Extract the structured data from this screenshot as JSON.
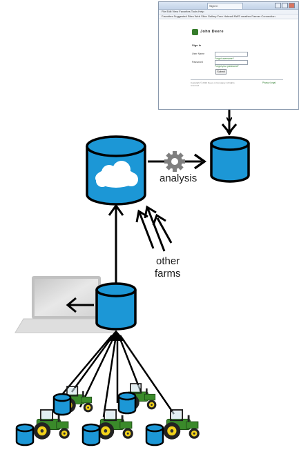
{
  "labels": {
    "analysis": "analysis",
    "other_farms_line1": "other",
    "other_farms_line2": "farms"
  },
  "browser": {
    "tab_title": "Sign In",
    "menu": "File  Edit  View  Favorites  Tools  Help",
    "favorites": "Favorites   Suggested Sites   Web Slice Gallery   Free Hotmail   NWS weather   Farmer Connection",
    "brand": "John Deere",
    "signin": "Sign In",
    "username_label": "User Name",
    "password_label": "Password",
    "forgot_username": "Forgot username?",
    "forgot_password": "Forgot your password?",
    "submit": "Submit",
    "copyright": "Copyright © 2010 Deere & Company. All rights reserved.",
    "footer_links": "Privacy   Legal"
  },
  "colors": {
    "db_fill": "#1c97d6",
    "stroke": "#000000",
    "gear": "#7f7f7f",
    "tractor_green": "#3a8a2a",
    "tractor_yellow": "#f2d21a"
  }
}
